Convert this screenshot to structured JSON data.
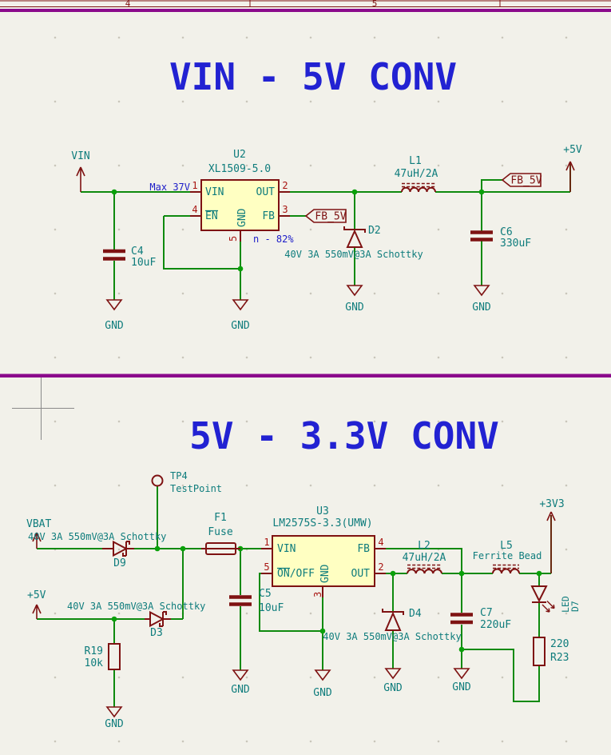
{
  "sheet": {
    "border_left": "4",
    "border_right": "5"
  },
  "colors": {
    "background": "#F2F1EA",
    "wire": "#0E8A0E",
    "junction": "#0AA00A",
    "symbol": "#7E1212",
    "ic_fill": "#FFFFC2",
    "field_text": "#0E7C7C",
    "note_text": "#1B1BC8",
    "pin_number": "#A81410",
    "divider": "#8B0A8B",
    "title_text": "#2222D2"
  },
  "top": {
    "title": "VIN - 5V CONV",
    "note_max": "Max 37V",
    "note_eff": "n - 82%",
    "vin": "VIN",
    "p5v": "+5V",
    "gnd": "GND",
    "fb": "FB_5V",
    "u2": {
      "ref": "U2",
      "value": "XL1509-5.0",
      "p1_name": "VIN",
      "p1_num": "1",
      "p4_name": "EN",
      "p4_num": "4",
      "p2_name": "OUT",
      "p2_num": "2",
      "p3_name": "FB",
      "p3_num": "3",
      "p5_name": "GND",
      "p5_num": "5"
    },
    "c4": {
      "ref": "C4",
      "value": "10uF"
    },
    "l1": {
      "ref": "L1",
      "value": "47uH/2A"
    },
    "d2": {
      "ref": "D2",
      "desc": "40V 3A 550mV@3A Schottky"
    },
    "c6": {
      "ref": "C6",
      "value": "330uF"
    }
  },
  "bottom": {
    "title": "5V - 3.3V CONV",
    "tp4": {
      "ref": "TP4",
      "value": "TestPoint"
    },
    "vbat": "VBAT",
    "p5v": "+5V",
    "p3v3": "+3V3",
    "gnd": "GND",
    "d9": {
      "ref": "D9",
      "desc": "40V 3A 550mV@3A Schottky"
    },
    "d3": {
      "ref": "D3",
      "desc": "40V 3A 550mV@3A Schottky"
    },
    "d4": {
      "ref": "D4",
      "desc": "40V 3A 550mV@3A Schottky"
    },
    "f1": {
      "ref": "F1",
      "value": "Fuse"
    },
    "u3": {
      "ref": "U3",
      "value": "LM2575S-3.3(UMW)",
      "p1_name": "VIN",
      "p1_num": "1",
      "p5_on": "ON",
      "p5_off": "/OFF",
      "p5_num": "5",
      "p4_name": "FB",
      "p4_num": "4",
      "p2_name": "OUT",
      "p2_num": "2",
      "p3_name": "GND",
      "p3_num": "3"
    },
    "c5": {
      "ref": "C5",
      "value": "10uF"
    },
    "l2": {
      "ref": "L2",
      "value": "47uH/2A"
    },
    "l5": {
      "ref": "L5",
      "value": "Ferrite Bead"
    },
    "c7": {
      "ref": "C7",
      "value": "220uF"
    },
    "d7": {
      "ref": "D7",
      "value": "LED"
    },
    "r19": {
      "ref": "R19",
      "value": "10k"
    },
    "r23": {
      "ref": "R23",
      "value": "220"
    }
  }
}
